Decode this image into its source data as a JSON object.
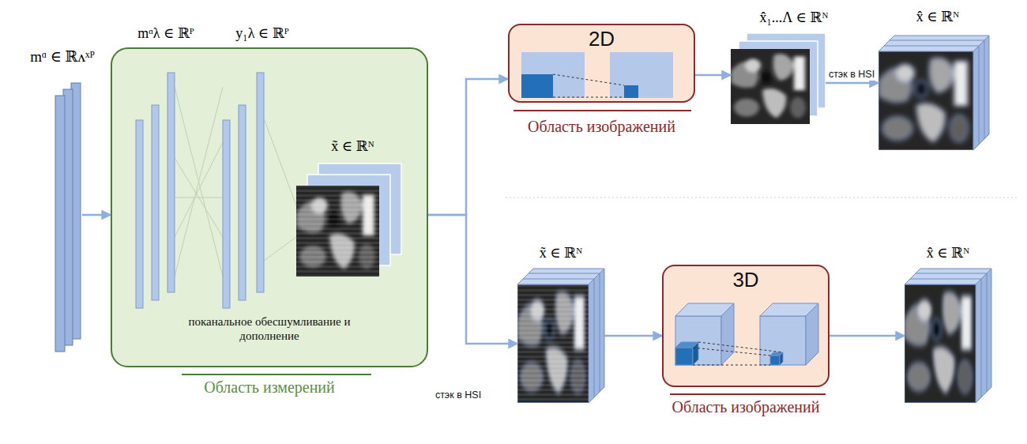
{
  "diagram": {
    "nodes": [
      {
        "text": [
          "mᵅ ∈ ℝᴧˣᴾ"
        ]
      },
      {
        "text": [
          "поканальное обесшумливание и дополнение",
          "Область измерений"
        ]
      },
      {
        "text": [
          "x̃ ∈ ℝᴺ"
        ],
        "in": 1
      },
      {
        "text": [
          "2D",
          "Область изображений"
        ]
      },
      {
        "text": [
          "x̂₁...Λ ∈ ℝᴺ"
        ]
      },
      {
        "text": [
          "x̂ ∈ ℝᴺ"
        ]
      },
      {
        "text": [
          "x̃ ∈ ℝᴺ"
        ]
      },
      {
        "text": [
          "3D",
          "Область изображений"
        ]
      },
      {
        "text": [
          "x̂ ∈ ℝᴺ"
        ]
      }
    ],
    "edges": [
      {
        "from": 0,
        "to": 1,
        "arrow": "to"
      },
      {
        "from": 1,
        "to": 3,
        "arrow": "to"
      },
      {
        "from": 1,
        "to": 6,
        "label": "стэк в HSI",
        "arrow": "to"
      },
      {
        "from": 3,
        "to": 4,
        "arrow": "to"
      },
      {
        "from": 4,
        "to": 5,
        "label": "стэк в HSI",
        "arrow": "to"
      },
      {
        "from": 6,
        "to": 7,
        "arrow": "to"
      },
      {
        "from": 7,
        "to": 8,
        "arrow": "to"
      }
    ],
    "labels": [
      "mᵅλ ∈ ℝᴾ",
      "y₁λ ∈ ℝᴾ"
    ]
  }
}
